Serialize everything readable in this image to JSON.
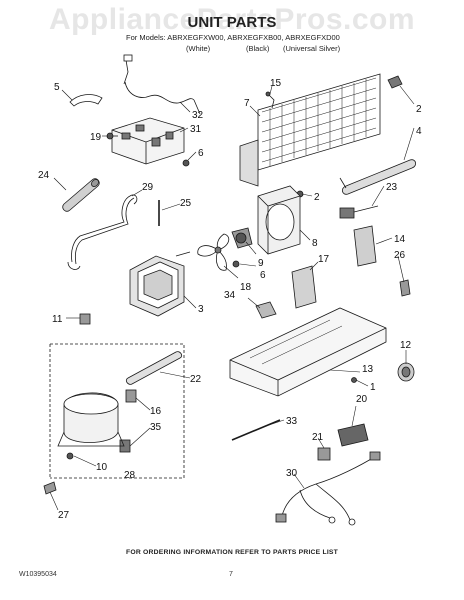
{
  "watermark": "AppliancePartsPros.com",
  "title": "UNIT PARTS",
  "models_line": "For Models: ABRXEGFXW00, ABRXEGFXB00, ABRXEGFXD00",
  "variants": [
    "(White)",
    "(Black)",
    "(Universal Silver)"
  ],
  "callouts": [
    "5",
    "32",
    "19",
    "31",
    "6",
    "24",
    "29",
    "25",
    "3",
    "34",
    "18",
    "9",
    "6",
    "7",
    "15",
    "2",
    "4",
    "2",
    "23",
    "8",
    "17",
    "14",
    "26",
    "11",
    "13",
    "1",
    "12",
    "22",
    "16",
    "35",
    "10",
    "28",
    "27",
    "33",
    "21",
    "20",
    "30"
  ],
  "footer_note": "FOR ORDERING INFORMATION REFER TO PARTS PRICE LIST",
  "doc_number": "W10395034",
  "page_number": "7",
  "colors": {
    "line": "#1a1a1a",
    "shade": "#bdbdbd",
    "dark": "#555555",
    "watermark": "#e6e6e6"
  }
}
